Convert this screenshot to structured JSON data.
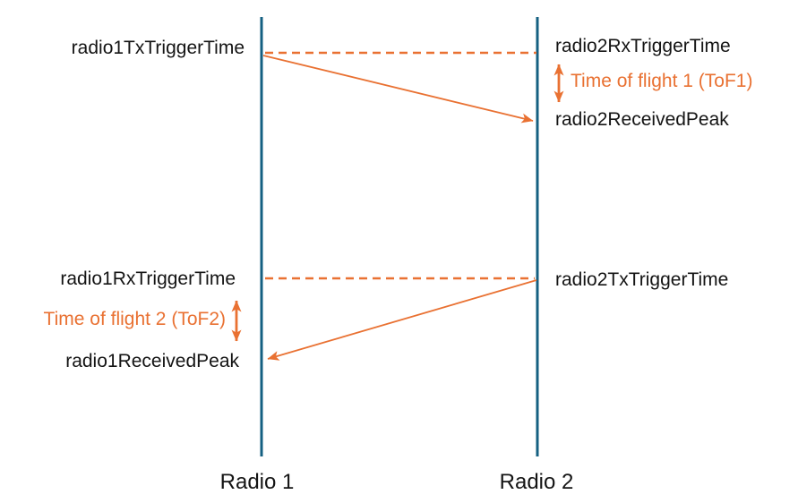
{
  "diagram": {
    "type": "timing-sequence",
    "colors": {
      "lifeline": "#156082",
      "accent": "#E97132",
      "text": "#141414",
      "background": "#ffffff"
    },
    "lifelines": {
      "radio1": {
        "label": "Radio 1"
      },
      "radio2": {
        "label": "Radio 2"
      }
    },
    "events": {
      "radio1TxTriggerTime": "radio1TxTriggerTime",
      "radio2RxTriggerTime": "radio2RxTriggerTime",
      "radio2ReceivedPeak": "radio2ReceivedPeak",
      "radio1RxTriggerTime": "radio1RxTriggerTime",
      "radio2TxTriggerTime": "radio2TxTriggerTime",
      "radio1ReceivedPeak": "radio1ReceivedPeak"
    },
    "annotations": {
      "tof1": "Time of flight 1 (ToF1)",
      "tof2": "Time of flight 2 (ToF2)"
    },
    "connections": [
      {
        "style": "dashed",
        "from": "radio1TxTriggerTime",
        "to": "radio2RxTriggerTime"
      },
      {
        "style": "solid-arrow",
        "from": "radio1TxTriggerTime",
        "to": "radio2ReceivedPeak"
      },
      {
        "style": "double-arrow",
        "spans": [
          "radio2RxTriggerTime",
          "radio2ReceivedPeak"
        ],
        "label_key": "tof1"
      },
      {
        "style": "dashed",
        "from": "radio1RxTriggerTime",
        "to": "radio2TxTriggerTime"
      },
      {
        "style": "solid-arrow",
        "from": "radio2TxTriggerTime",
        "to": "radio1ReceivedPeak"
      },
      {
        "style": "double-arrow",
        "spans": [
          "radio1RxTriggerTime",
          "radio1ReceivedPeak"
        ],
        "label_key": "tof2"
      }
    ]
  }
}
